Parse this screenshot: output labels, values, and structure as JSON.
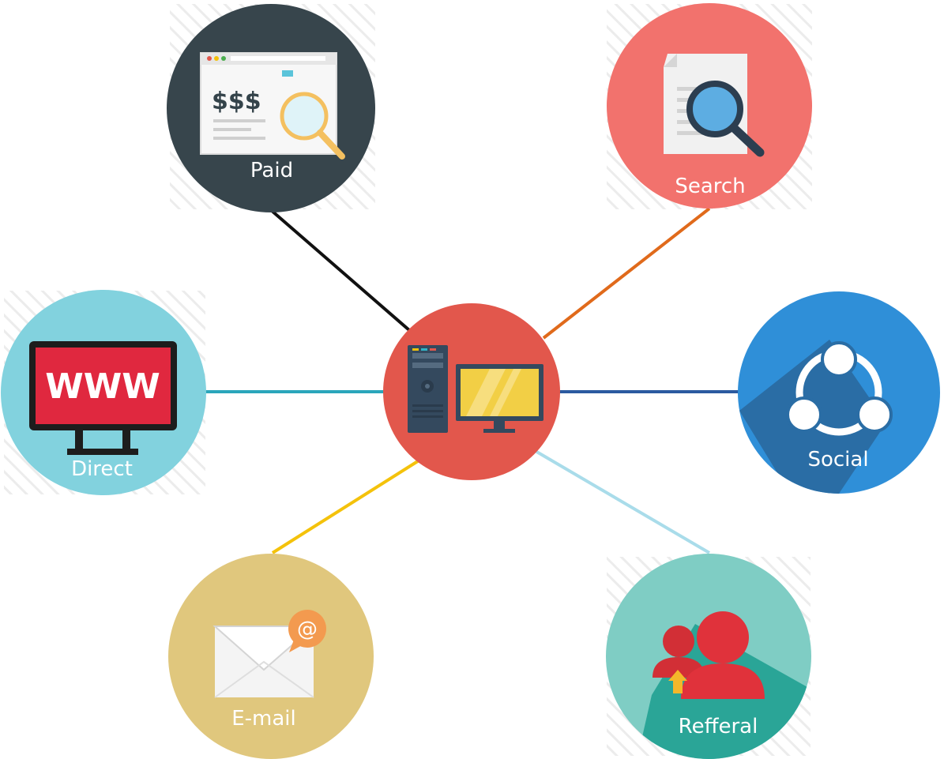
{
  "hub": {
    "icon": "computer-icon"
  },
  "nodes": [
    {
      "key": "paid",
      "label": "Paid",
      "color": "#37454c",
      "connector_color": "#111111",
      "icon": "browser-magnifier-icon"
    },
    {
      "key": "search",
      "label": "Search",
      "color": "#f2726d",
      "connector_color": "#e06a1b",
      "icon": "document-search-icon"
    },
    {
      "key": "direct",
      "label": "Direct",
      "color": "#82d2de",
      "connector_color": "#2aa6bb",
      "icon": "monitor-www-icon"
    },
    {
      "key": "social",
      "label": "Social",
      "color": "#2f8fd8",
      "connector_color": "#2b5aa0",
      "icon": "share-icon"
    },
    {
      "key": "email",
      "label": "E-mail",
      "color": "#e0c77d",
      "connector_color": "#f4c20b",
      "icon": "envelope-at-icon"
    },
    {
      "key": "referral",
      "label": "Refferal",
      "color": "#7fcdc4",
      "connector_color": "#a9dcea",
      "icon": "users-referral-icon"
    }
  ],
  "icon_text": {
    "www": "WWW",
    "dollars": "$$$",
    "at": "@"
  }
}
